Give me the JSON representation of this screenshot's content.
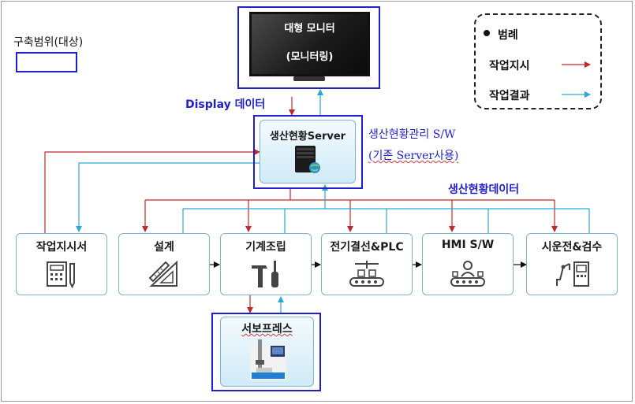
{
  "scope_legend": {
    "label": "구축범위(대상)"
  },
  "legend": {
    "title": "범례",
    "work_order": "작업지시",
    "work_result": "작업결과",
    "colors": {
      "work_order": "#c0282a",
      "work_result": "#29a9d9"
    }
  },
  "monitor": {
    "title": "대형 모니터",
    "subtitle": "(모니터링)"
  },
  "display_data_label": "Display 데이터",
  "server": {
    "title": "생산현황Server",
    "desc_line1": "생산현황관리 S/W",
    "desc_line2": "(기존 Server사용)"
  },
  "production_data_label": "생산현황데이터",
  "nodes": [
    {
      "label": "작업지시서",
      "icon": "calculator-pen-icon"
    },
    {
      "label": "설계",
      "icon": "ruler-triangle-icon"
    },
    {
      "label": "기계조립",
      "icon": "hammer-screwdriver-icon"
    },
    {
      "label": "전기결선&PLC",
      "icon": "conveyor-line-icon"
    },
    {
      "label": "HMI S/W",
      "icon": "worker-conveyor-icon"
    },
    {
      "label": "시운전&검수",
      "icon": "robot-arm-machine-icon"
    }
  ],
  "servo_press": {
    "title": "서보프레스",
    "icon": "servo-press-machine-icon"
  }
}
